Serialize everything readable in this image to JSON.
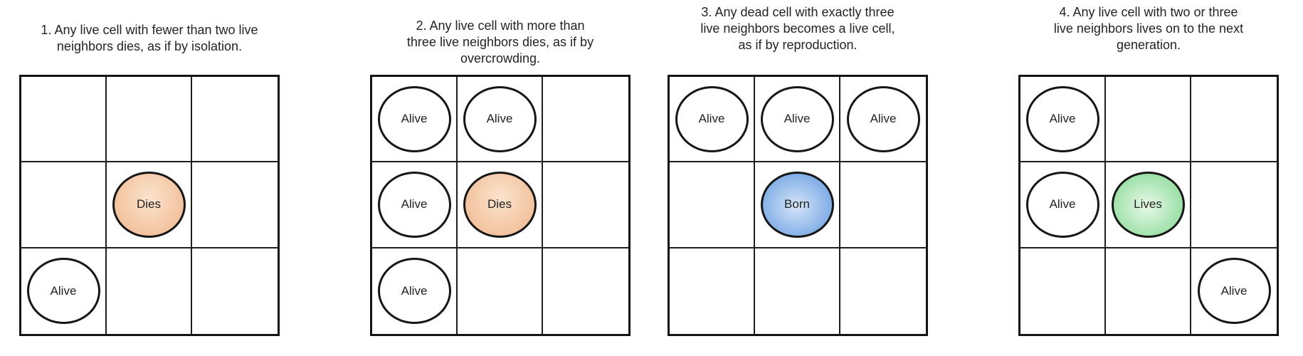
{
  "colors": {
    "grid-border": "#141414",
    "grid-line": "#1e1e1e",
    "alive-fill": "#ffffff",
    "dies-edge": "#f2bf9a",
    "dies-center": "#fbe4cd",
    "born-edge": "#78a8e4",
    "born-center": "#d5e5f8",
    "lives-edge": "#94dda0",
    "lives-center": "#e8faea"
  },
  "panels": [
    {
      "caption_lines": [
        "1. Any live cell with fewer than two live",
        "neighbors dies, as if by isolation."
      ],
      "cells": [
        [
          null,
          null,
          null
        ],
        [
          null,
          {
            "label": "Dies",
            "state": "dies"
          },
          null
        ],
        [
          {
            "label": "Alive",
            "state": "alive"
          },
          null,
          null
        ]
      ]
    },
    {
      "caption_lines": [
        "2. Any live cell with more than",
        "three live neighbors dies, as if by",
        "overcrowding."
      ],
      "cells": [
        [
          {
            "label": "Alive",
            "state": "alive"
          },
          {
            "label": "Alive",
            "state": "alive"
          },
          null
        ],
        [
          {
            "label": "Alive",
            "state": "alive"
          },
          {
            "label": "Dies",
            "state": "dies"
          },
          null
        ],
        [
          {
            "label": "Alive",
            "state": "alive"
          },
          null,
          null
        ]
      ]
    },
    {
      "caption_lines": [
        "3. Any dead cell with exactly three",
        "live neighbors becomes a live cell,",
        "as if by reproduction."
      ],
      "cells": [
        [
          {
            "label": "Alive",
            "state": "alive"
          },
          {
            "label": "Alive",
            "state": "alive"
          },
          {
            "label": "Alive",
            "state": "alive"
          }
        ],
        [
          null,
          {
            "label": "Born",
            "state": "born"
          },
          null
        ],
        [
          null,
          null,
          null
        ]
      ]
    },
    {
      "caption_lines": [
        "4. Any live cell with two or three",
        "live neighbors lives on to the next",
        "generation."
      ],
      "cells": [
        [
          {
            "label": "Alive",
            "state": "alive"
          },
          null,
          null
        ],
        [
          {
            "label": "Alive",
            "state": "alive"
          },
          {
            "label": "Lives",
            "state": "lives"
          },
          null
        ],
        [
          null,
          null,
          {
            "label": "Alive",
            "state": "alive"
          }
        ]
      ]
    }
  ]
}
